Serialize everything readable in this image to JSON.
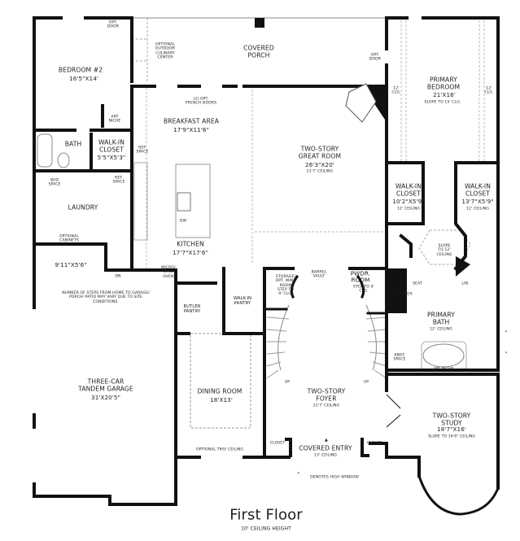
{
  "title": "First Floor",
  "subtitle": "10' CEILING HEIGHT",
  "note_steps": "NUMBER OF STEPS FROM HOME TO GARAGE/\nPORCH/ PATIO MAY VARY DUE TO SITE\nCONDITIONS.",
  "note_high_window": "DENOTES HIGH WINDOW",
  "asterisk": "*",
  "rooms": {
    "bedroom2": {
      "name": "BEDROOM #2",
      "dim": "16'5\"X14'"
    },
    "opt_door_bed": "OPT.\nDOOR",
    "culinary": "OPTIONAL\nOUTDOOR\nCULINARY\nCENTER",
    "porch": "COVERED\nPORCH",
    "opt_door_primary": "OPT.\nDOOR",
    "french_doors": "(2) OPT.\nFRENCH DOORS",
    "art_niche_bed": "ART\nNICHE",
    "breakfast": {
      "name": "BREAKFAST AREA",
      "dim": "17'9\"X11'6\""
    },
    "bath": "BATH",
    "walkin_small": {
      "name": "WALK-IN\nCLOSET",
      "dim": "5'5\"X5'3\""
    },
    "ref_space_1": "REF.\nSPACE",
    "ref_space_2": "REF.\nSPACE",
    "wd_space": "W/D\nSPACE",
    "laundry": "LAUNDRY",
    "opt_cabinets": "OPTIONAL\nCABINETS",
    "dw": "DW",
    "kitchen": {
      "name": "KITCHEN",
      "dim": "17'7\"X17'6\""
    },
    "mudroom": "9'11\"X5'6\"",
    "dn": "DN",
    "micro": "MICRO/\nWALL\nOVEN",
    "butler": "BUTLER\nPANTRY",
    "walkin_pantry": "WALK-IN\nPANTRY",
    "garage": {
      "name": "THREE-CAR\nTANDEM GARAGE",
      "dim": "31'X20'5\""
    },
    "dining": {
      "name": "DINING ROOM",
      "dim": "18'X13'"
    },
    "tray": "OPTIONAL TRAY CEILING",
    "great_room": {
      "name": "TWO-STORY\nGREAT ROOM",
      "dim": "26'3\"X20'",
      "ceiling": "21'7' CEILING"
    },
    "primary_bedroom": {
      "name": "PRIMARY\nBEDROOM",
      "dim": "21'X16'",
      "ceiling": "SLOPE TO 15' CLG."
    },
    "clg_left": "12'\nCLG.",
    "clg_right": "12'\nCLG.",
    "closet_a": {
      "name": "WALK-IN\nCLOSET",
      "dim": "10'2\"X5'9\"",
      "ceiling": "12' CEILING"
    },
    "closet_b": {
      "name": "WALK-IN\nCLOSET",
      "dim": "13'7\"X5'9\"",
      "ceiling": "12' CEILING"
    },
    "slope_hall": "SLOPE\nTO 12'\nCEILING",
    "storage": "STORAGE/\nOPT. WINE\nROOM\nSTEP TO\n9' CLG.",
    "barrel": "BARREL\nVAULT",
    "pwdr": {
      "name": "PWDR.\nROOM",
      "note": "STEP TO 9'\nCLG."
    },
    "seat": "SEAT",
    "shower": "SHOWER",
    "lin": "LIN.",
    "primary_bath": {
      "name": "PRIMARY\nBATH",
      "ceiling": "12' CEILING"
    },
    "knee": "KNEE\nSPACE",
    "art_niche_bath": "ART NICHE",
    "up_left": "UP",
    "up_right": "UP",
    "foyer": {
      "name": "TWO-STORY\nFOYER",
      "ceiling": "21'7' CEILING"
    },
    "study": {
      "name": "TWO-STORY\nSTUDY",
      "dim": "18'7\"X16'",
      "ceiling": "SLOPE TO 16'6\" CEILING"
    },
    "closet_left": "CLOSET",
    "closet_right": "CLOSET",
    "covered_entry": {
      "name": "COVERED ENTRY",
      "ceiling": "13' CEILING"
    }
  }
}
